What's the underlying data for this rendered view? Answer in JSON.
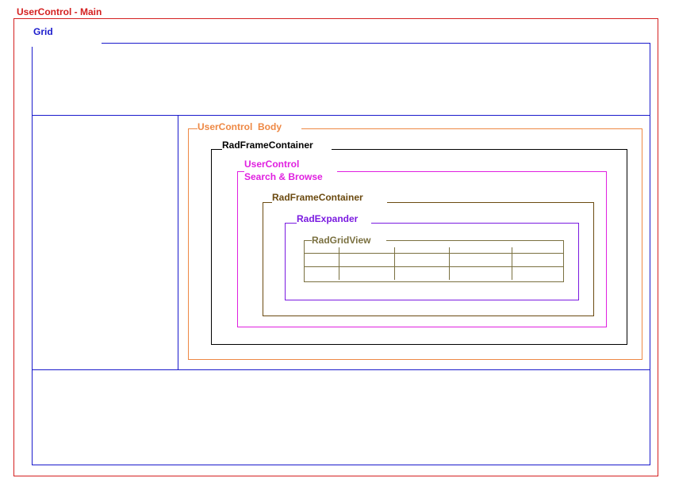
{
  "labels": {
    "main": "UserControl - Main",
    "grid": "Grid",
    "body": "UserControl  Body",
    "frame1": "RadFrameContainer",
    "search_line1": "UserControl",
    "search_line2": "Search & Browse",
    "frame2": "RadFrameContainer",
    "expander": "RadExpander",
    "gridview": "RadGridView"
  },
  "colors": {
    "main": "#d42020",
    "grid": "#1a1acc",
    "body": "#ee8844",
    "frame1": "#000000",
    "search": "#e020e0",
    "frame2": "#6b4a10",
    "expander": "#7a1ae0",
    "gridview": "#7a7040"
  }
}
